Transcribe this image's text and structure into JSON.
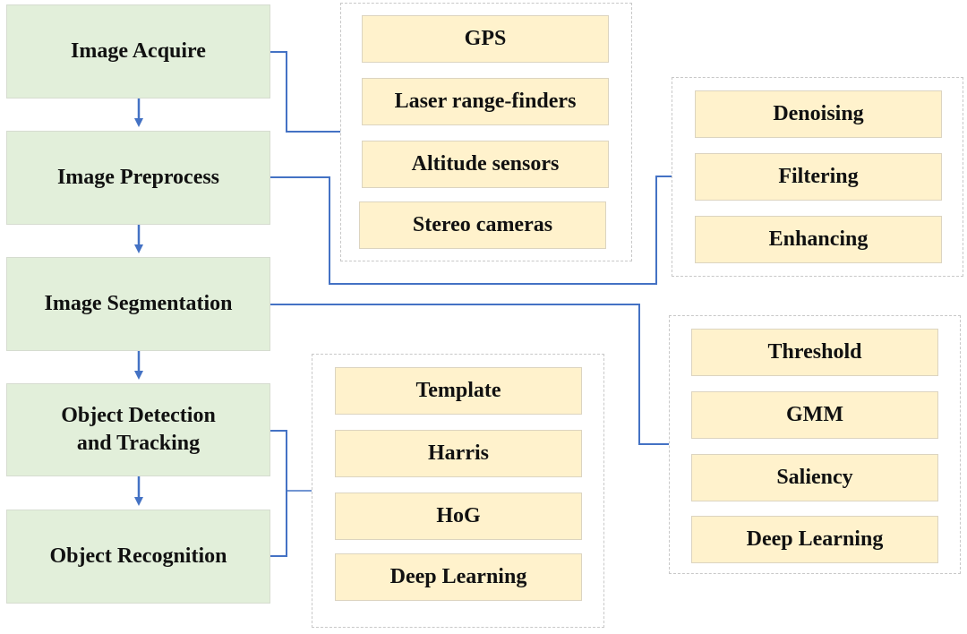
{
  "diagram": {
    "title_fragment": "",
    "colors": {
      "step_fill": "#e2efda",
      "item_fill": "#fff2cc",
      "connector": "#4472c4",
      "group_border": "#c8c8c8"
    },
    "steps": [
      {
        "label": "Image Acquire"
      },
      {
        "label": "Image Preprocess"
      },
      {
        "label": "Image Segmentation"
      },
      {
        "label": "Object Detection and Tracking"
      },
      {
        "label": "Object Recognition"
      }
    ],
    "groups": [
      {
        "name": "acquire-methods",
        "items": [
          "GPS",
          "Laser range-finders",
          "Altitude sensors",
          "Stereo cameras"
        ]
      },
      {
        "name": "preprocess-methods",
        "items": [
          "Denoising",
          "Filtering",
          "Enhancing"
        ]
      },
      {
        "name": "segmentation-methods",
        "items": [
          "Threshold",
          "GMM",
          "Saliency",
          "Deep Learning"
        ]
      },
      {
        "name": "detection-recognition-methods",
        "items": [
          "Template",
          "Harris",
          "HoG",
          "Deep Learning"
        ]
      }
    ]
  }
}
